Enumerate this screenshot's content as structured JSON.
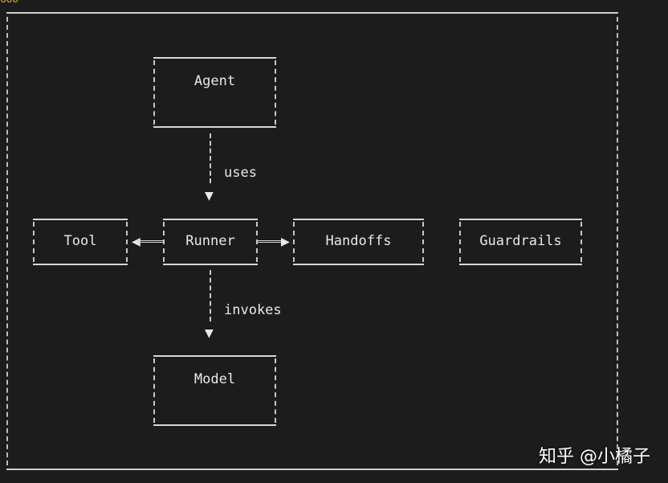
{
  "diagram": {
    "nodes": {
      "agent": "Agent",
      "runner": "Runner",
      "tool": "Tool",
      "handoffs": "Handoffs",
      "guardrails": "Guardrails",
      "model": "Model"
    },
    "edges": {
      "agent_to_runner": "uses",
      "runner_to_model": "invokes"
    },
    "top_glyph": "ooo",
    "watermark": "知乎 @小橘子"
  },
  "colors": {
    "background": "#1c1c1c",
    "line": "#d6d6d6",
    "text": "#e8e8e8"
  }
}
